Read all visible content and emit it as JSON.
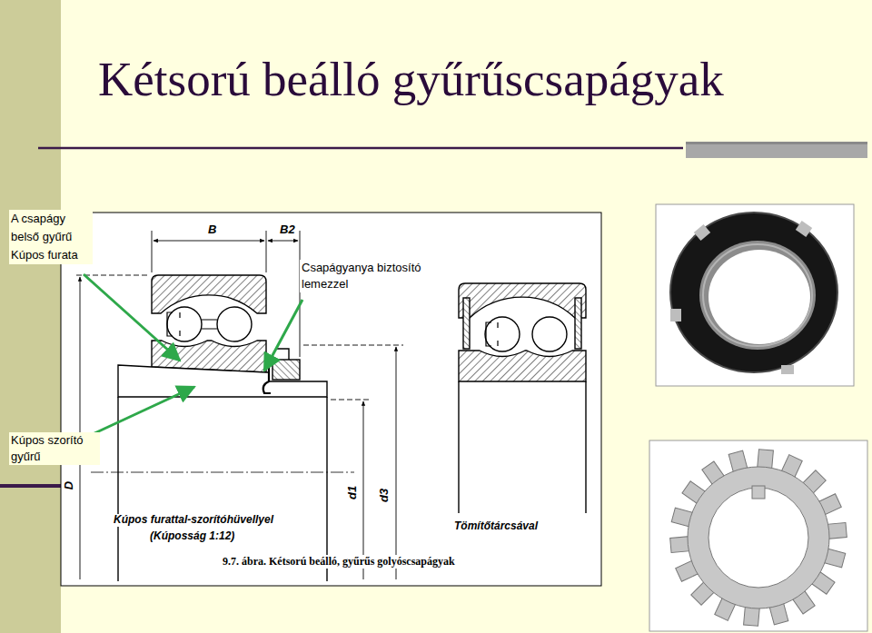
{
  "diagram": {
    "title": "Kétsorú beálló gyűrűscsapágyak",
    "caption": "9.7. ábra. Kétsorú beálló, gyűrűs golyóscsapágyak",
    "labels": [
      "A csapágy belső gyűrű Kúpos furata",
      "Csapágyanya biztosító lemezzel",
      "Kúpos szorító gyűrű",
      "B",
      "B2",
      "D",
      "d1",
      "d3",
      "Kúpos furattal-szorítóhüvellyel",
      "(Kúposság 1:12)",
      "Tömítőtárcsával"
    ]
  }
}
